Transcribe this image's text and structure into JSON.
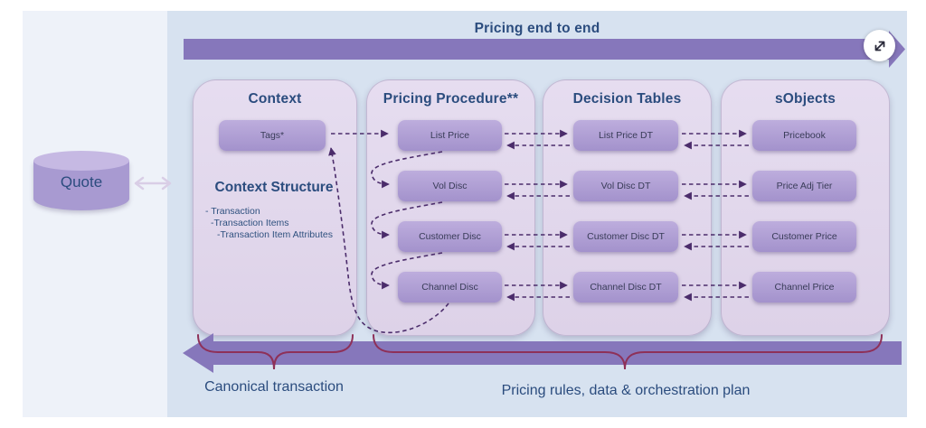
{
  "title": "Pricing end to end",
  "quote": {
    "label": "Quote"
  },
  "columns": [
    {
      "title": "Context",
      "boxes": [
        "Tags*"
      ],
      "subtitle": "Context Structure",
      "items": [
        "- Transaction",
        "-Transaction Items",
        "-Transaction Item Attributes"
      ]
    },
    {
      "title": "Pricing Procedure**",
      "boxes": [
        "List Price",
        "Vol Disc",
        "Customer Disc",
        "Channel Disc"
      ]
    },
    {
      "title": "Decision Tables",
      "boxes": [
        "List Price DT",
        "Vol Disc DT",
        "Customer Disc DT",
        "Channel Disc DT"
      ]
    },
    {
      "title": "sObjects",
      "boxes": [
        "Pricebook",
        "Price Adj Tier",
        "Customer Price",
        "Channel Price"
      ]
    }
  ],
  "footer": {
    "left_label": "Canonical transaction",
    "right_label": "Pricing rules, data & orchestration plan"
  },
  "icons": {
    "expand": "diagonal-expand-arrows"
  },
  "colors": {
    "canvas_blue": "#d7e2f0",
    "side_strip": "#eef2f9",
    "panel_lavender": "#e0d5ea",
    "box_purple": "#ac9bd3",
    "bar_purple": "#8677bb",
    "connector_purple": "#4b2c6b",
    "brace_maroon": "#8e3058",
    "heading_navy": "#2b4c7e"
  }
}
